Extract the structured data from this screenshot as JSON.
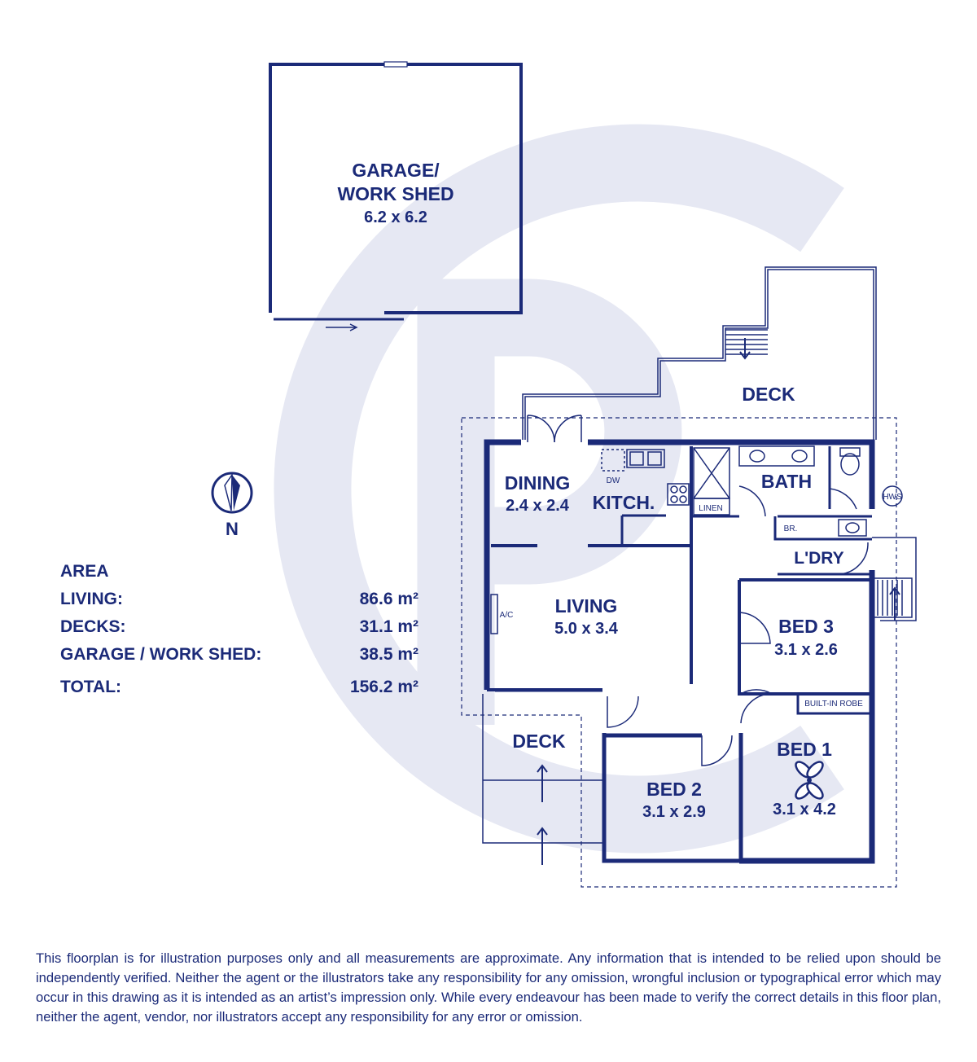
{
  "rooms": {
    "garage_name_1": "GARAGE/",
    "garage_name_2": "WORK SHED",
    "garage_dim": "6.2 x 6.2",
    "deck_upper": "DECK",
    "dining": "DINING",
    "dining_dim": "2.4 x 2.4",
    "kitchen": "KITCH.",
    "dw": "DW",
    "bath": "BATH",
    "linen": "LINEN",
    "hws": "HWS",
    "br": "BR.",
    "laundry": "L'DRY",
    "living": "LIVING",
    "living_dim": "5.0 x 3.4",
    "ac": "A/C",
    "bed3": "BED 3",
    "bed3_dim": "3.1 x 2.6",
    "robe": "BUILT-IN ROBE",
    "bed1": "BED 1",
    "bed1_dim": "3.1 x 4.2",
    "bed2": "BED 2",
    "bed2_dim": "3.1 x 2.9",
    "deck_lower": "DECK"
  },
  "compass": {
    "label": "N"
  },
  "area": {
    "heading": "AREA",
    "rows": [
      {
        "label": "LIVING:",
        "value": "86.6 m²"
      },
      {
        "label": "DECKS:",
        "value": "31.1 m²"
      },
      {
        "label": "GARAGE / WORK SHED:",
        "value": "38.5 m²"
      }
    ],
    "total_label": "TOTAL:",
    "total_value": "156.2 m²"
  },
  "disclaimer": "This floorplan is for illustration purposes only and all measurements are approximate. Any information that is intended to be relied upon should be independently verified. Neither the agent or the illustrators take any responsibility for any omission, wrongful inclusion or typographical error which may occur in this drawing as it is intended as an artist’s impression only. While every endeavour has been made to verify the correct details in this floor plan, neither the agent, vendor, nor illustrators accept any responsibility for any error or omission.",
  "colors": {
    "ink": "#1b2a78",
    "watermark": "#e6e8f3"
  }
}
